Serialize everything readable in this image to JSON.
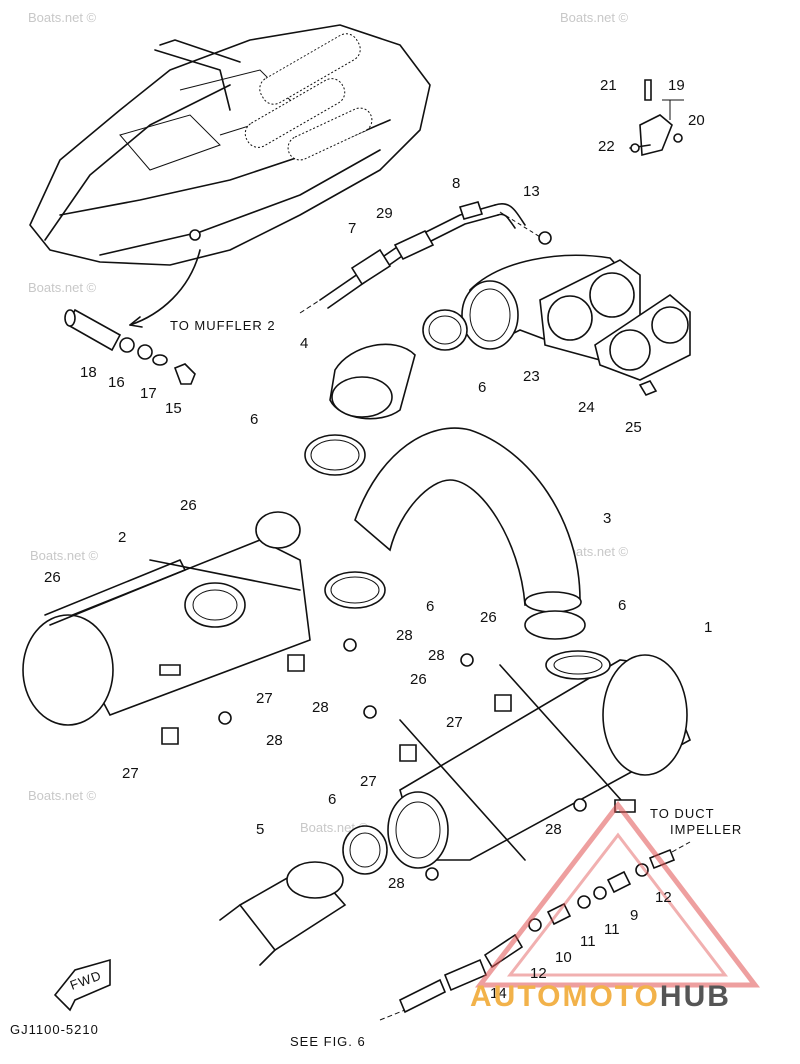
{
  "watermarks": [
    "Boats.net ©",
    "Boats.net ©",
    "Boats.net ©",
    "Boats.net ©",
    "Boats.net ©",
    "Boats.net ©",
    "Boats.net ©"
  ],
  "part_numbers": [
    "21",
    "19",
    "20",
    "22",
    "8",
    "13",
    "7",
    "29",
    "4",
    "6",
    "23",
    "24",
    "25",
    "18",
    "16",
    "17",
    "15",
    "6",
    "3",
    "2",
    "26",
    "26",
    "6",
    "6",
    "1",
    "28",
    "28",
    "27",
    "26",
    "26",
    "28",
    "27",
    "28",
    "27",
    "27",
    "28",
    "6",
    "5",
    "28",
    "12",
    "9",
    "11",
    "11",
    "10",
    "12",
    "14"
  ],
  "notes": {
    "to_muffler": "TO MUFFLER 2",
    "to_duct_1": "TO DUCT",
    "to_duct_2": "IMPELLER",
    "see_fig": "SEE FIG. 6",
    "diagram_code": "GJ1100-5210",
    "fwd": "FWD"
  },
  "logo": {
    "part1": "AUTOMOTO",
    "part2": "HUB",
    "accent": "#e05050",
    "gold": "#f2b24a"
  }
}
